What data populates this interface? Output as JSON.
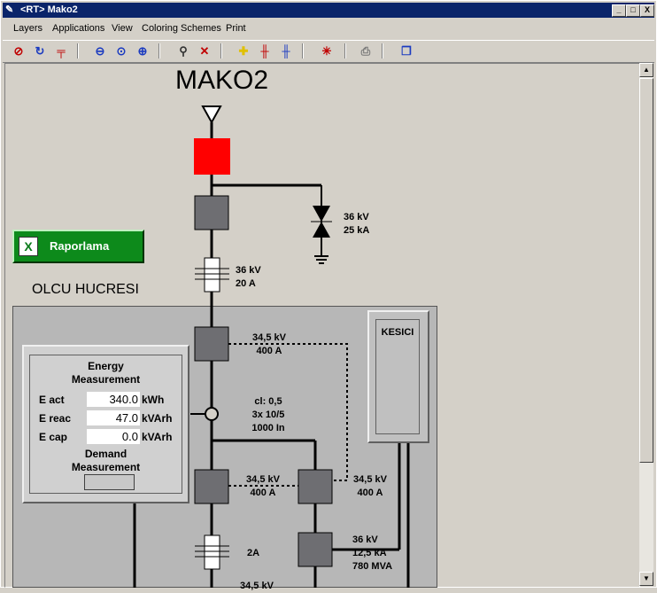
{
  "window": {
    "title": "<RT> Mako2",
    "minimize": "_",
    "maximize": "□",
    "close": "X"
  },
  "menu": [
    "Layers",
    "Applications",
    "View",
    "Coloring Schemes",
    "Print"
  ],
  "toolbar": {
    "icons": [
      "stop-icon",
      "refresh-icon",
      "network-icon",
      "zoom-out-icon",
      "zoom-fit-icon",
      "zoom-in-icon",
      "find-icon",
      "clear-icon",
      "highlight-icon",
      "bus-icon",
      "bus-alt-icon",
      "star-icon",
      "print-icon",
      "window-icon"
    ]
  },
  "raporlama": {
    "label": "Raporlama",
    "icon": "excel-icon"
  },
  "diagram": {
    "title": "MAKO2",
    "olcu_label": "OLCU HUCRESI",
    "arrester": {
      "voltage": "36 kV",
      "current": "25 kA"
    },
    "fuse1": {
      "voltage": "36 kV",
      "current": "20 A"
    },
    "breaker1": {
      "voltage": "34,5 kV",
      "current": "400 A"
    },
    "ct": {
      "cl": "cl: 0,5",
      "ratio": "3x 10/5",
      "in": "1000 In"
    },
    "breaker2": {
      "voltage": "34,5 kV",
      "current": "400 A"
    },
    "breaker3": {
      "voltage": "34,5 kV",
      "current": "400 A"
    },
    "fuse2": {
      "current": "2A"
    },
    "transformer": {
      "voltage": "36 kV",
      "current": "12,5 kA",
      "power": "780 MVA"
    },
    "bottom_partial": "34,5 kV"
  },
  "energy": {
    "title_line1": "Energy",
    "title_line2": "Measurement",
    "rows": [
      {
        "label": "E act",
        "value": "340.0",
        "unit": "kWh"
      },
      {
        "label": "E reac",
        "value": "47.0",
        "unit": "kVArh"
      },
      {
        "label": "E cap",
        "value": "0.0",
        "unit": "kVArh"
      }
    ],
    "demand_line1": "Demand",
    "demand_line2": "Measurement"
  },
  "kesici": {
    "label": "KESICI"
  },
  "colors": {
    "titlebar": "#0a246a",
    "source_breaker": "#ff0000",
    "switch_gray": "#6e6e72",
    "raporlama_green": "#0d8a1b"
  }
}
